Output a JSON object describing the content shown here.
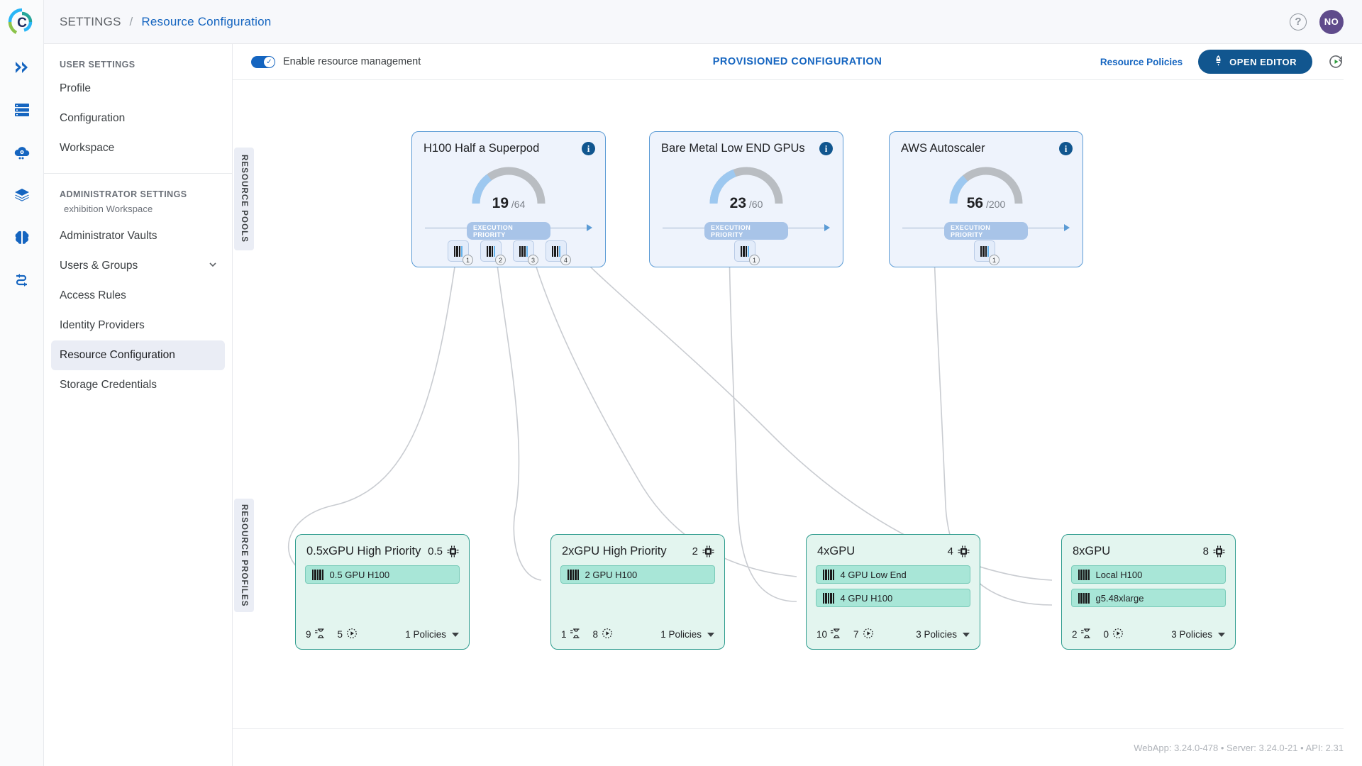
{
  "topbar": {
    "breadcrumb_root": "SETTINGS",
    "breadcrumb_sep": "/",
    "breadcrumb_current": "Resource Configuration",
    "help_label": "?",
    "avatar_initials": "NO"
  },
  "nav": {
    "user_group_title": "USER SETTINGS",
    "user_items": [
      {
        "label": "Profile"
      },
      {
        "label": "Configuration"
      },
      {
        "label": "Workspace"
      }
    ],
    "admin_group_title": "ADMINISTRATOR SETTINGS",
    "admin_workspace": "exhibition Workspace",
    "admin_items": [
      {
        "label": "Administrator Vaults",
        "active": false,
        "chevron": false
      },
      {
        "label": "Users & Groups",
        "active": false,
        "chevron": true
      },
      {
        "label": "Access Rules",
        "active": false,
        "chevron": false
      },
      {
        "label": "Identity Providers",
        "active": false,
        "chevron": false
      },
      {
        "label": "Resource Configuration",
        "active": true,
        "chevron": false
      },
      {
        "label": "Storage Credentials",
        "active": false,
        "chevron": false
      }
    ]
  },
  "toolbar": {
    "toggle_label": "Enable resource management",
    "toggle_on": true,
    "provisioned_title": "PROVISIONED CONFIGURATION",
    "resource_policies_link": "Resource Policies",
    "open_editor_label": "OPEN EDITOR",
    "open_editor_icon": "rocket-icon",
    "refresh_icon": "refresh-play-icon"
  },
  "canvas": {
    "pools_tab_label": "RESOURCE POOLS",
    "profiles_tab_label": "RESOURCE PROFILES",
    "accent_pool": "#5b9bd5",
    "accent_profile": "#2e9c8e",
    "priority_label": "EXECUTION PRIORITY"
  },
  "pools": [
    {
      "title": "H100 Half a Superpod",
      "used": "19",
      "capacity": "/64",
      "gauge_fraction": 0.297,
      "priority_items": [
        "1",
        "2",
        "3",
        "4"
      ]
    },
    {
      "title": "Bare Metal Low END GPUs",
      "used": "23",
      "capacity": "/60",
      "gauge_fraction": 0.383,
      "priority_items": [
        "1"
      ]
    },
    {
      "title": "AWS Autoscaler",
      "used": "56",
      "capacity": "/200",
      "gauge_fraction": 0.28,
      "priority_items": [
        "1"
      ]
    }
  ],
  "profiles": [
    {
      "title": "0.5xGPU High Priority",
      "gpu_count": "0.5",
      "resources": [
        "0.5 GPU H100"
      ],
      "queued": "9",
      "running": "5",
      "policies": "1 Policies"
    },
    {
      "title": "2xGPU High Priority",
      "gpu_count": "2",
      "resources": [
        "2 GPU H100"
      ],
      "queued": "1",
      "running": "8",
      "policies": "1 Policies"
    },
    {
      "title": "4xGPU",
      "gpu_count": "4",
      "resources": [
        "4 GPU Low End",
        "4 GPU H100"
      ],
      "queued": "10",
      "running": "7",
      "policies": "3 Policies"
    },
    {
      "title": "8xGPU",
      "gpu_count": "8",
      "resources": [
        "Local H100",
        "g5.48xlarge"
      ],
      "queued": "2",
      "running": "0",
      "policies": "3 Policies"
    }
  ],
  "footer": {
    "versions": "WebApp: 3.24.0-478 • Server: 3.24.0-21 • API: 2.31"
  }
}
